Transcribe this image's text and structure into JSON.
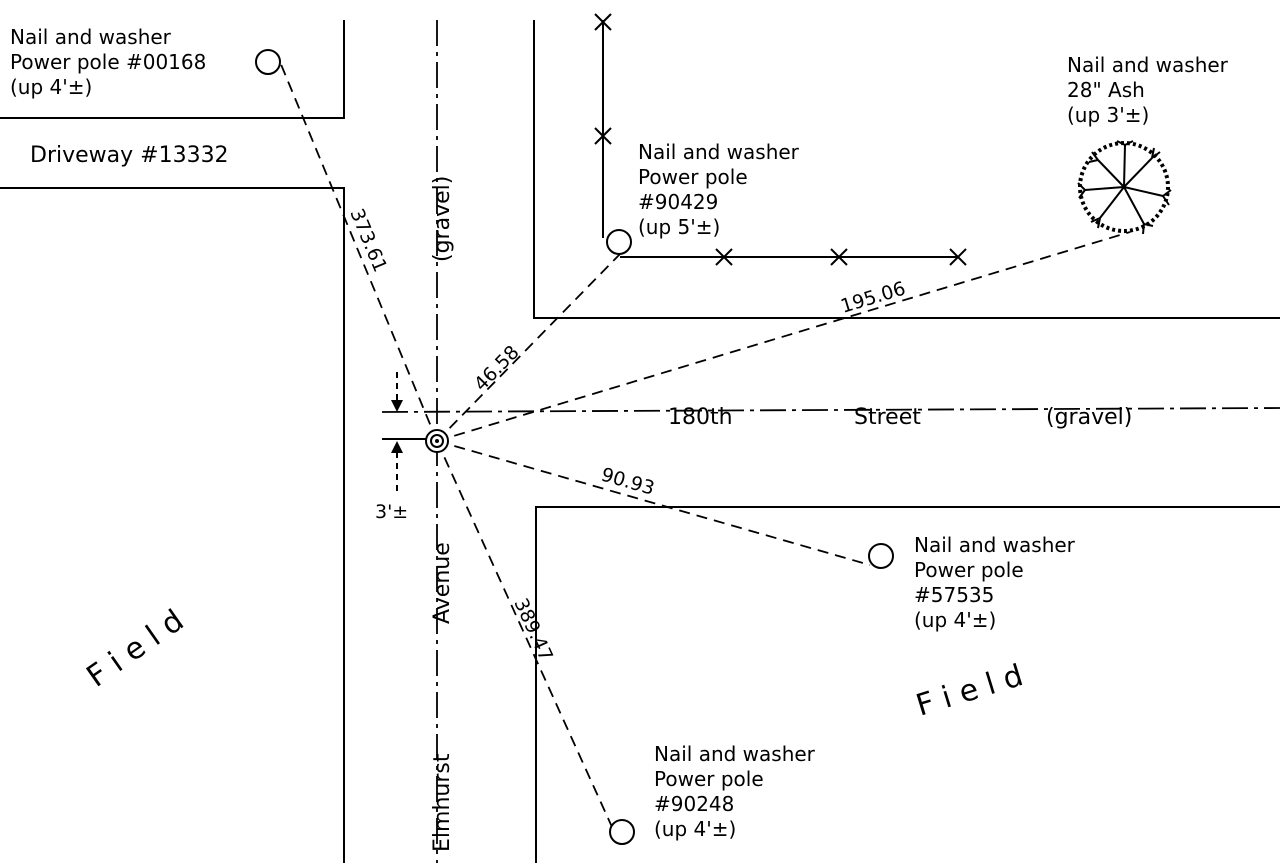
{
  "monuments": {
    "pole_00168": {
      "line1": "Nail and washer",
      "line2": "Power pole #00168",
      "line3": "(up 4'±)"
    },
    "pole_90429": {
      "line1": "Nail and washer",
      "line2": "Power pole",
      "line3": "#90429",
      "line4": "(up 5'±)"
    },
    "ash_tree": {
      "line1": "Nail and washer",
      "line2": "28\" Ash",
      "line3": "(up 3'±)"
    },
    "pole_57535": {
      "line1": "Nail and washer",
      "line2": "Power pole",
      "line3": "#57535",
      "line4": "(up 4'±)"
    },
    "pole_90248": {
      "line1": "Nail and washer",
      "line2": "Power pole",
      "line3": "#90248",
      "line4": "(up 4'±)"
    }
  },
  "roads": {
    "driveway": "Driveway #13332",
    "avenue_surface": "(gravel)",
    "avenue_name_1": "Elmhurst",
    "avenue_name_2": "Avenue",
    "street_name_1": "180th",
    "street_name_2": "Street",
    "street_surface": "(gravel)"
  },
  "areas": {
    "field_west": "F i e l d",
    "field_east": "F i e l d"
  },
  "distances": {
    "to_pole_00168": "373.61",
    "to_pole_90429": "46.58",
    "to_ash_tree": "195.06",
    "to_pole_57535": "90.93",
    "to_pole_90248": "389.47",
    "offset": "3'±"
  }
}
